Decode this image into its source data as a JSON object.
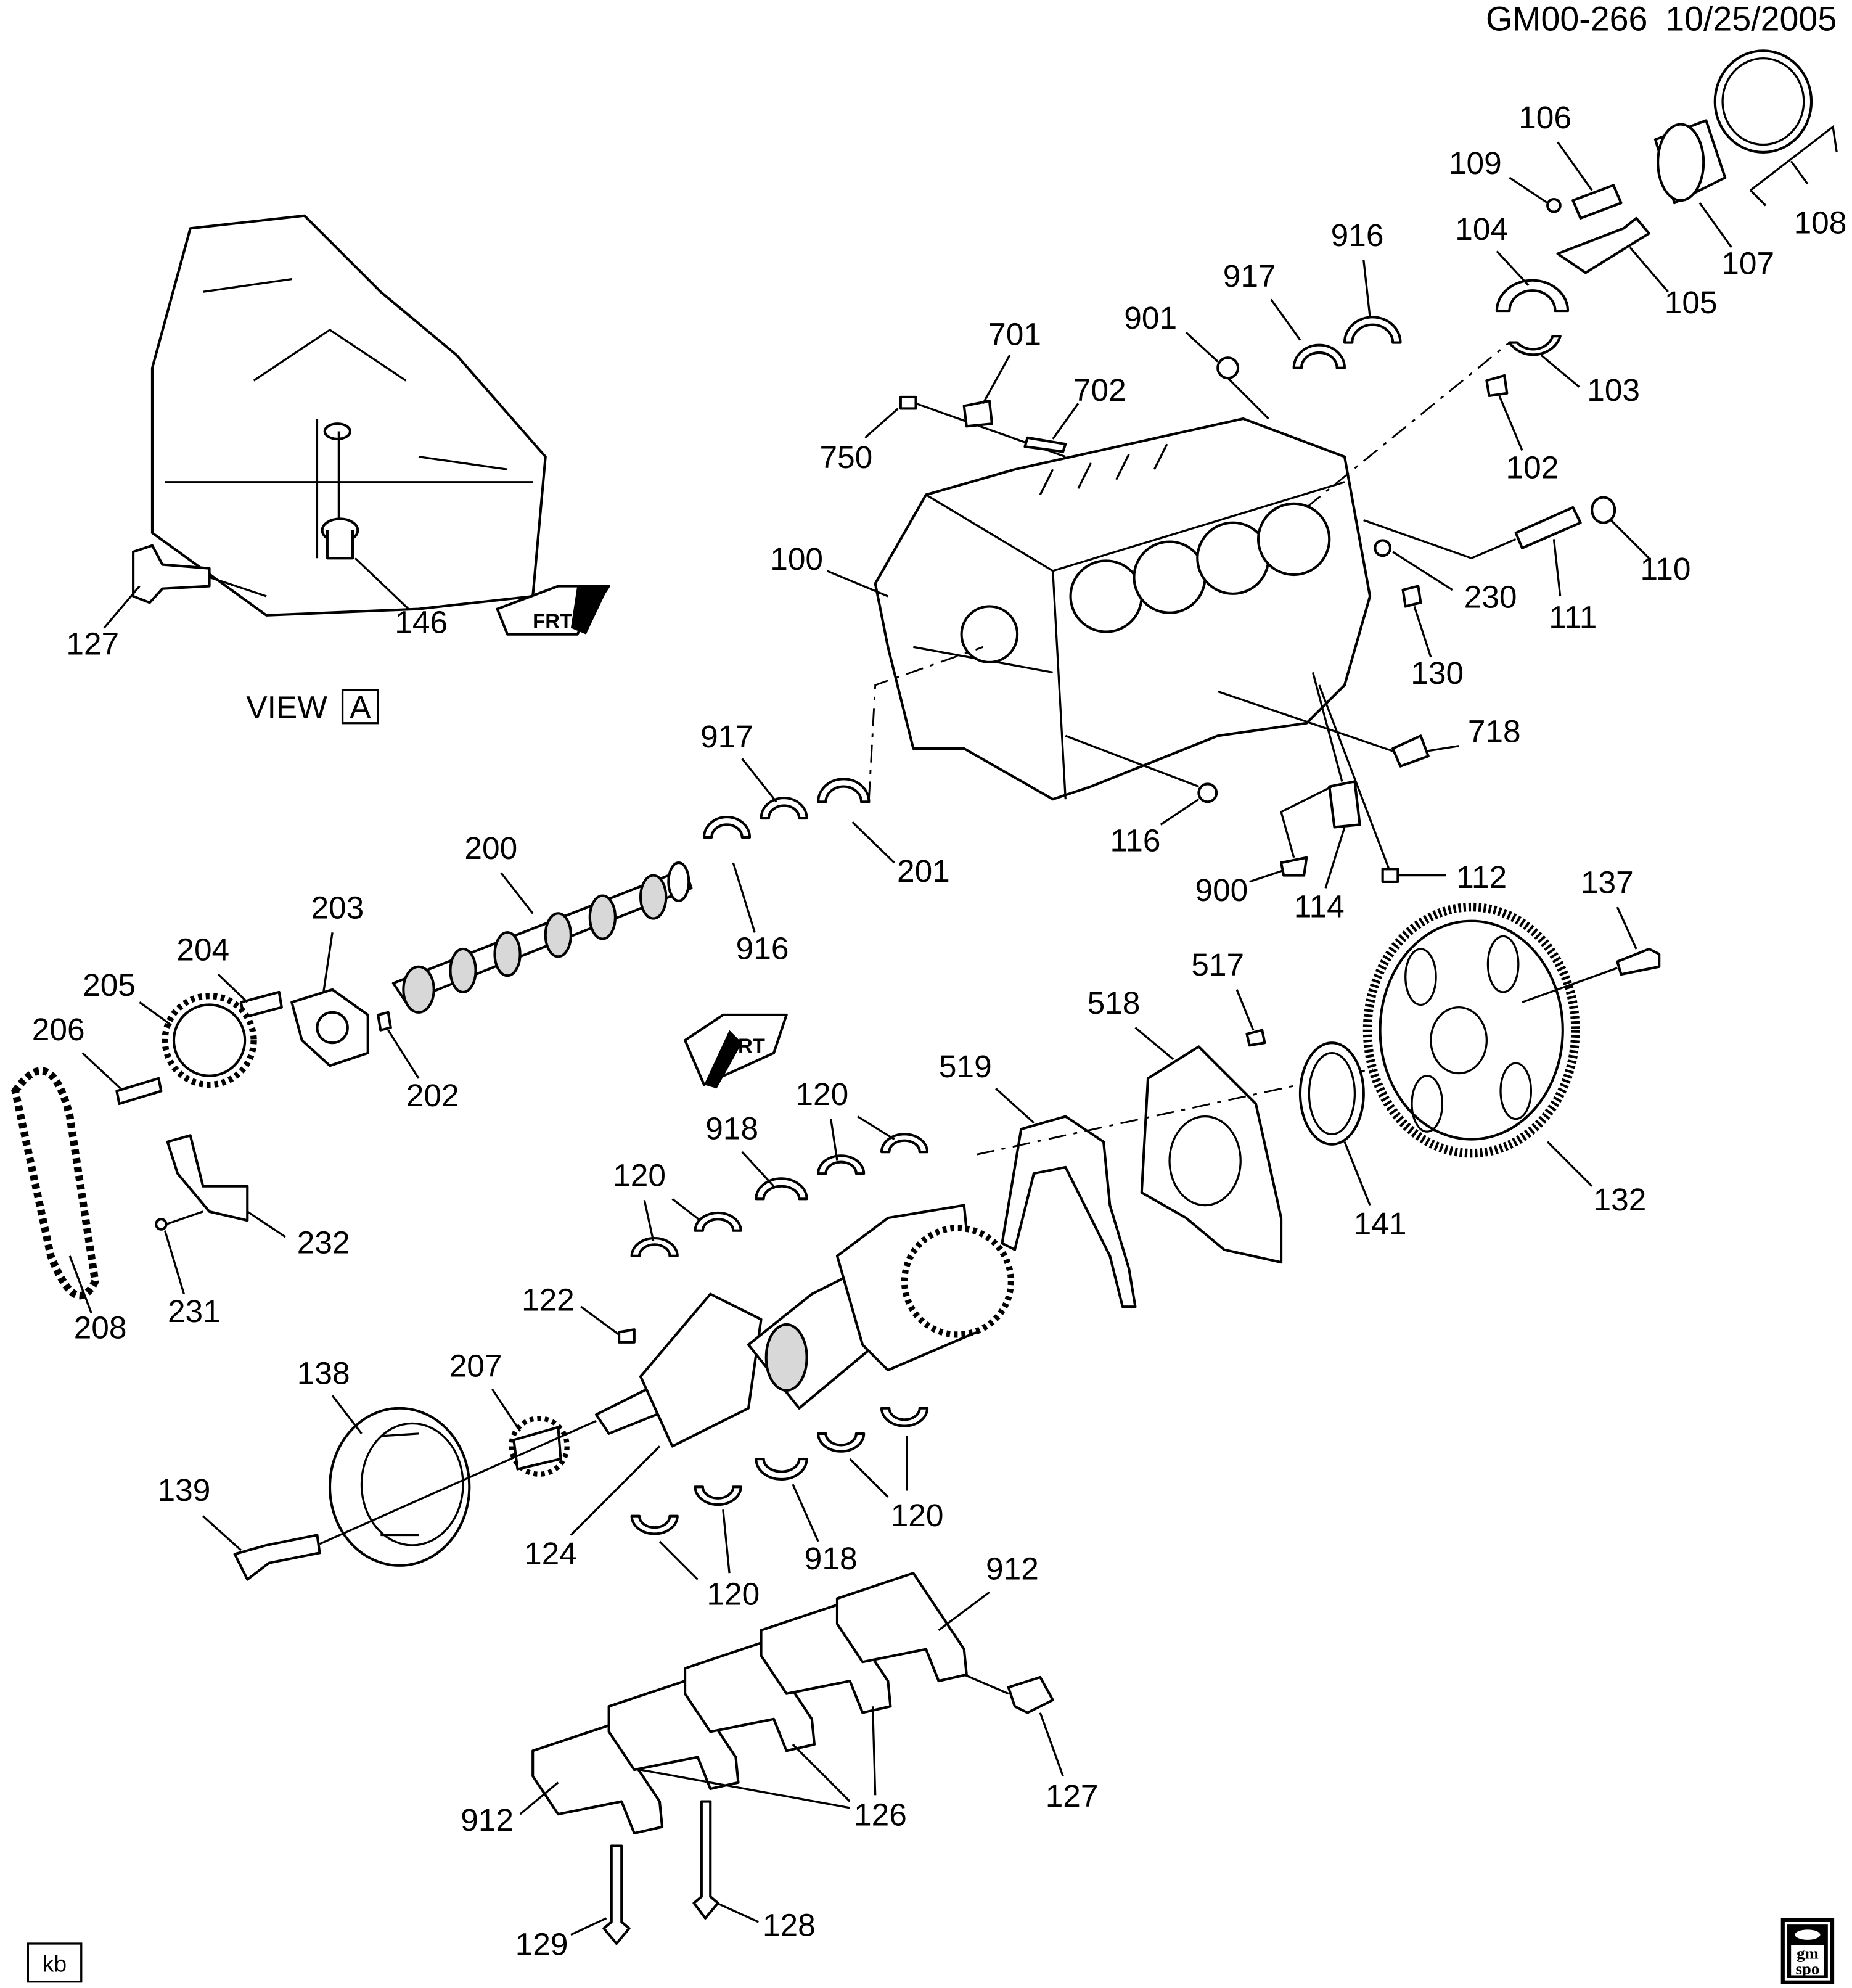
{
  "header": {
    "diagram_id": "GM00-266",
    "date": "10/25/2005"
  },
  "view_label": {
    "text": "VIEW",
    "letter": "A"
  },
  "front_indicator": "FRT",
  "illustrator_tag": "kb",
  "logo": {
    "line1": "gm",
    "line2": "spo"
  },
  "callouts": [
    "106",
    "109",
    "108",
    "104",
    "916",
    "107",
    "917",
    "105",
    "901",
    "701",
    "702",
    "103",
    "750",
    "102",
    "100",
    "110",
    "230",
    "111",
    "127",
    "146",
    "130",
    "917",
    "718",
    "200",
    "116",
    "201",
    "900",
    "114",
    "112",
    "137",
    "203",
    "204",
    "916",
    "205",
    "517",
    "518",
    "206",
    "519",
    "202",
    "120",
    "918",
    "120",
    "132",
    "141",
    "232",
    "231",
    "208",
    "122",
    "138",
    "207",
    "139",
    "124",
    "120",
    "918",
    "120",
    "912",
    "127",
    "126",
    "912",
    "128",
    "129"
  ]
}
